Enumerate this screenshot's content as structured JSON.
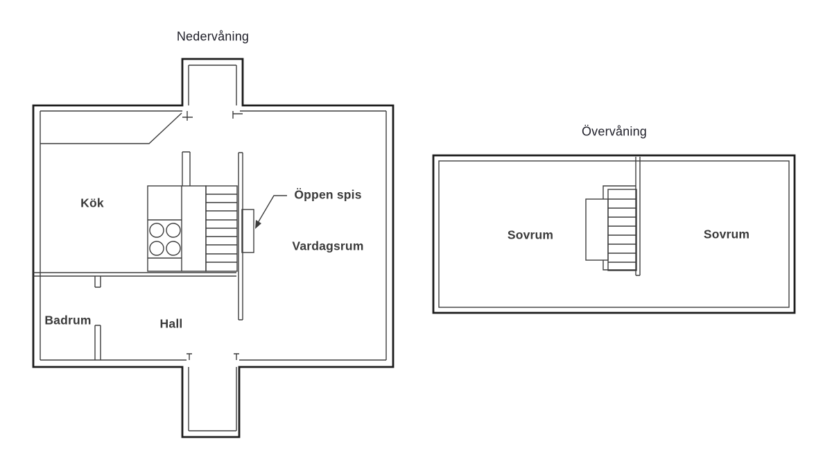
{
  "lower_plan": {
    "title": "Nedervåning",
    "rooms": [
      {
        "id": "kitchen",
        "label": "Kök"
      },
      {
        "id": "living_room",
        "label": "Vardagsrum"
      },
      {
        "id": "bathroom",
        "label": "Badrum"
      },
      {
        "id": "hall",
        "label": "Hall"
      }
    ],
    "callout": {
      "label": "Öppen spis",
      "target": "fireplace"
    },
    "features": [
      "staircase",
      "stove-four-burners",
      "open-fireplace",
      "top-entrance-vestibule",
      "bottom-entrance-vestibule",
      "door-swing-line"
    ]
  },
  "upper_plan": {
    "title": "Övervåning",
    "rooms": [
      {
        "id": "bedroom_left",
        "label": "Sovrum"
      },
      {
        "id": "bedroom_right",
        "label": "Sovrum"
      }
    ],
    "features": [
      "staircase",
      "stair-landing",
      "bedroom-divider-wall"
    ]
  },
  "colors": {
    "background": "#ffffff",
    "wall": "#1c1c1c",
    "thin_line": "#3c3c3c",
    "label_text": "#3a3a3a",
    "title_text": "#20202a"
  }
}
